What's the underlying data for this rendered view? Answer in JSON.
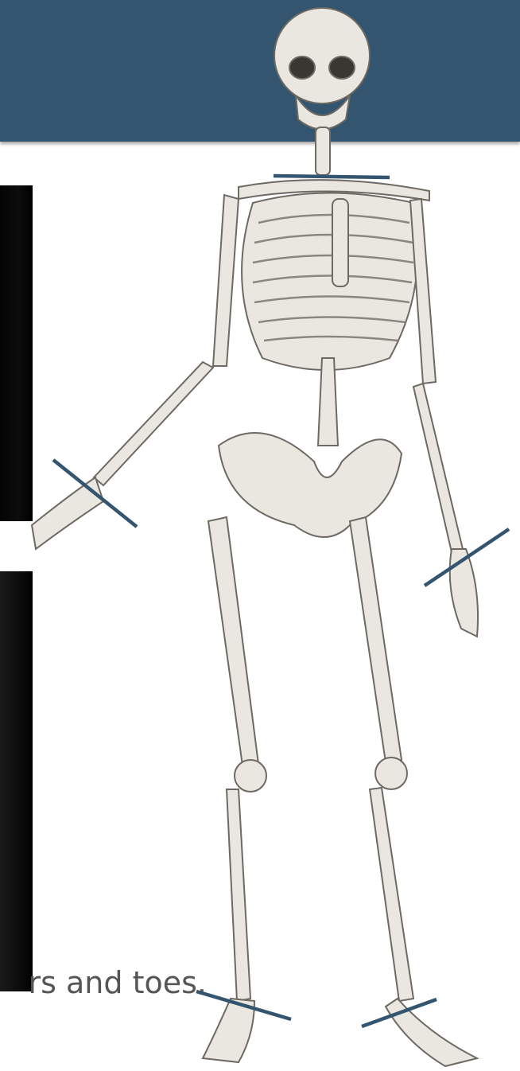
{
  "slide": {
    "caption_fragment": "rs and toes.",
    "header_color": "#34556f",
    "marker_color": "#34556f"
  },
  "illustration": {
    "subject": "human-skeleton",
    "markers": [
      "neck",
      "right-wrist",
      "left-wrist",
      "right-ankle",
      "left-ankle"
    ]
  }
}
